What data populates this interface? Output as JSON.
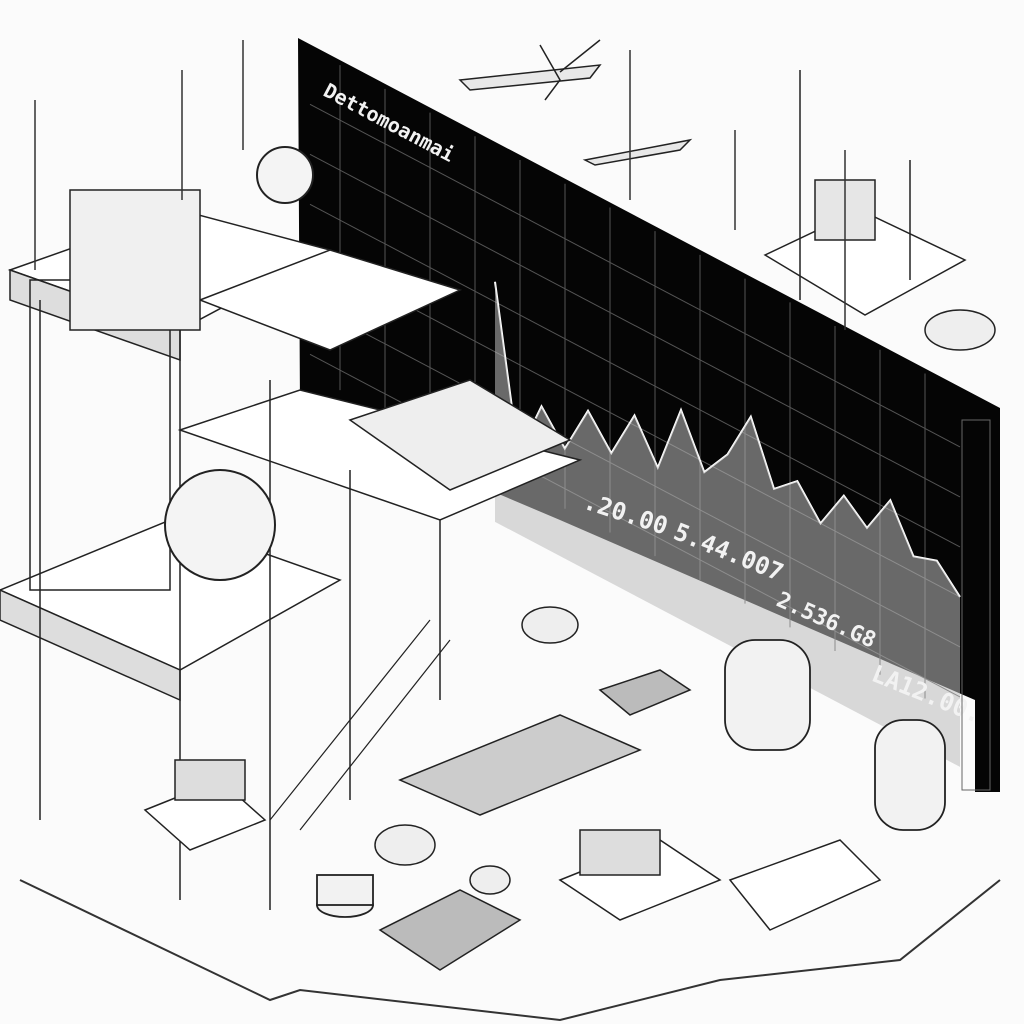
{
  "board": {
    "title": "Dettomoanmai",
    "values": [
      ".20.00",
      "5.44.007",
      "2.536.G8",
      "LA12.00."
    ],
    "chart_points": [
      0.05,
      0.85,
      0.55,
      0.7,
      0.45,
      0.6,
      0.35,
      0.55,
      0.2,
      0.45,
      0.3,
      0.05,
      0.35,
      0.25,
      0.4,
      0.2,
      0.3,
      0.1,
      0.32,
      0.28,
      0.4
    ]
  },
  "colors": {
    "board": "#050505",
    "ink": "#222222",
    "paper": "#fbfbfb"
  }
}
